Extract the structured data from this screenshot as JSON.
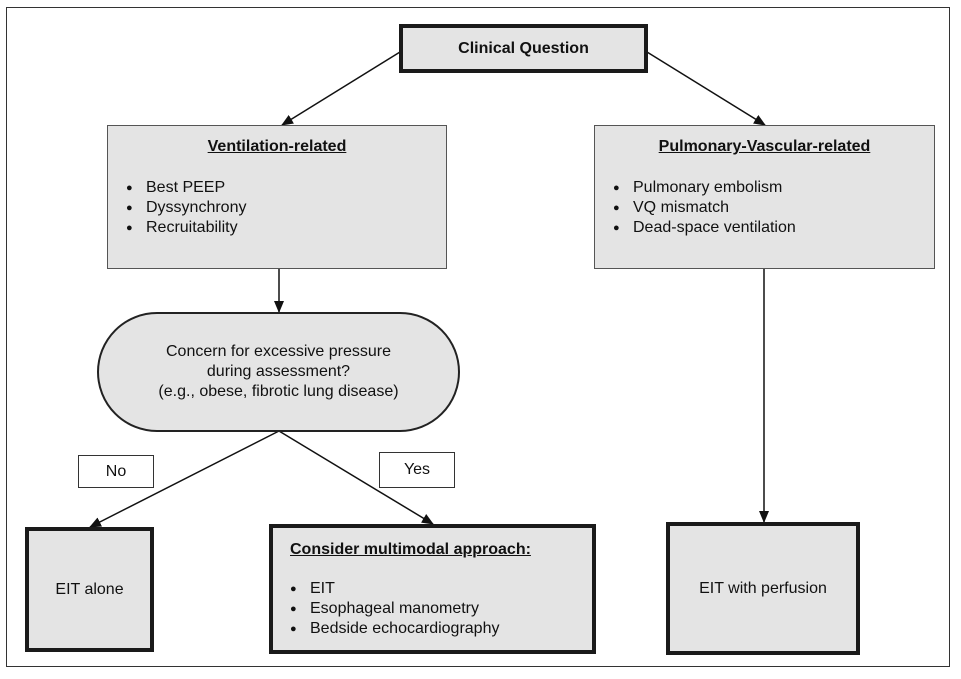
{
  "root": {
    "label": "Clinical Question"
  },
  "ventilation": {
    "title": "Ventilation-related",
    "items": [
      "Best PEEP",
      "Dyssynchrony",
      "Recruitability"
    ]
  },
  "vascular": {
    "title": "Pulmonary-Vascular-related",
    "items": [
      "Pulmonary embolism",
      "VQ mismatch",
      "Dead-space ventilation"
    ]
  },
  "decision": {
    "line1": "Concern for excessive pressure",
    "line2": "during assessment?",
    "line3": "(e.g., obese, fibrotic lung disease)"
  },
  "labels": {
    "no": "No",
    "yes": "Yes"
  },
  "outcomes": {
    "eit_alone": "EIT alone",
    "multimodal": {
      "title": "Consider multimodal approach:",
      "items": [
        "EIT",
        "Esophageal manometry",
        "Bedside echocardiography"
      ]
    },
    "eit_perfusion": "EIT with perfusion"
  }
}
